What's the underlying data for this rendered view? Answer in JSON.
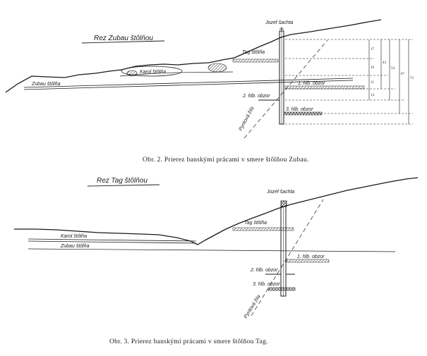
{
  "figure1": {
    "title": "Rez Zubau štôlňou",
    "shaft_label": "Jozef šachta",
    "labels": {
      "tag": "Tag štôlňa",
      "karol": "Karol štôlňa",
      "zubau": "Zubau štôlňa",
      "lev1": "1. hlb. obzor",
      "lev2": "2. hlb. obzor",
      "lev3": "3. hlb. obzor",
      "vein": "Pyritová žila"
    },
    "depths": [
      "17",
      "19",
      "11",
      "14",
      "43",
      "54",
      "67",
      "72"
    ],
    "caption": "Obr. 2. Prierez banskými prácami v smere štôlňou Zubau."
  },
  "figure2": {
    "title": "Rez Tag štôlňou",
    "shaft_label": "Jozef šachta",
    "labels": {
      "tag": "Tag štôlňa",
      "karol": "Karol štôlňa",
      "zubau": "Zubau štôlňa",
      "lev1": "1. hlb. obzor",
      "lev2": "2. hlb. obzor",
      "lev3": "3. hlb. obzor",
      "vein": "Pyritová žila"
    },
    "caption": "Obr. 3. Prierez banskými prácami v smere štôlňou Tag."
  }
}
